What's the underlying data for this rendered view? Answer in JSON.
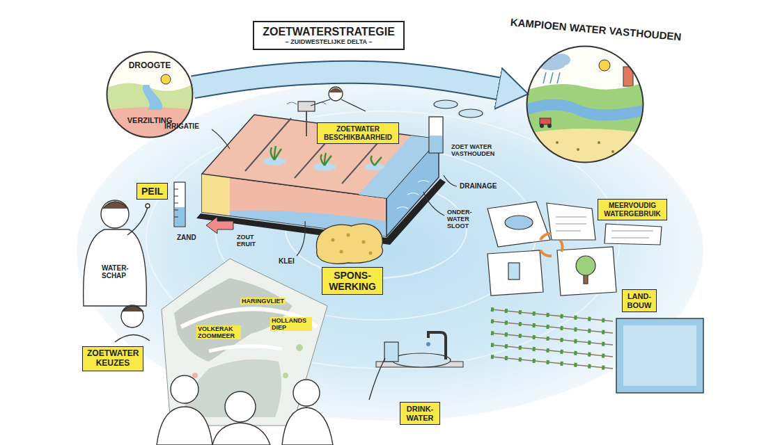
{
  "diagram": {
    "nodes": [
      {
        "text": [
          "ZOETWATERSTRATEGIE",
          "– ZUIDWESTELIJKE DELTA –"
        ]
      },
      {
        "text": [
          "DROOGTE",
          "VERZILTING"
        ]
      },
      {
        "text": [
          "KAMPIOEN WATER VASTHOUDEN"
        ]
      },
      {
        "text": [
          "ZOETWATER BESCHIKBAARHEID"
        ]
      },
      {
        "text": [
          "PEIL"
        ]
      },
      {
        "text": [
          "MEERVOUDIG WATERGEBRUIK"
        ]
      },
      {
        "text": [
          "SPONS- WERKING"
        ]
      },
      {
        "text": [
          "LAND- BOUW"
        ]
      },
      {
        "text": [
          "ZOETWATER KEUZES"
        ]
      },
      {
        "text": [
          "DRINK- WATER"
        ]
      }
    ],
    "edges": [
      {
        "from": 1,
        "to": 2,
        "arrow": "to"
      }
    ],
    "labels": [
      "IRRIGATIE",
      "ZOET WATER VASTHOUDEN",
      "DRAINAGE",
      "ONDER- WATER SLOOT",
      "ZAND",
      "ZOUT ERUIT",
      "KLEI",
      "WATER- SCHAP",
      "HARINGVLIET",
      "HOLLANDS DIEP",
      "VOLKERAK ZOOMMEER"
    ]
  }
}
